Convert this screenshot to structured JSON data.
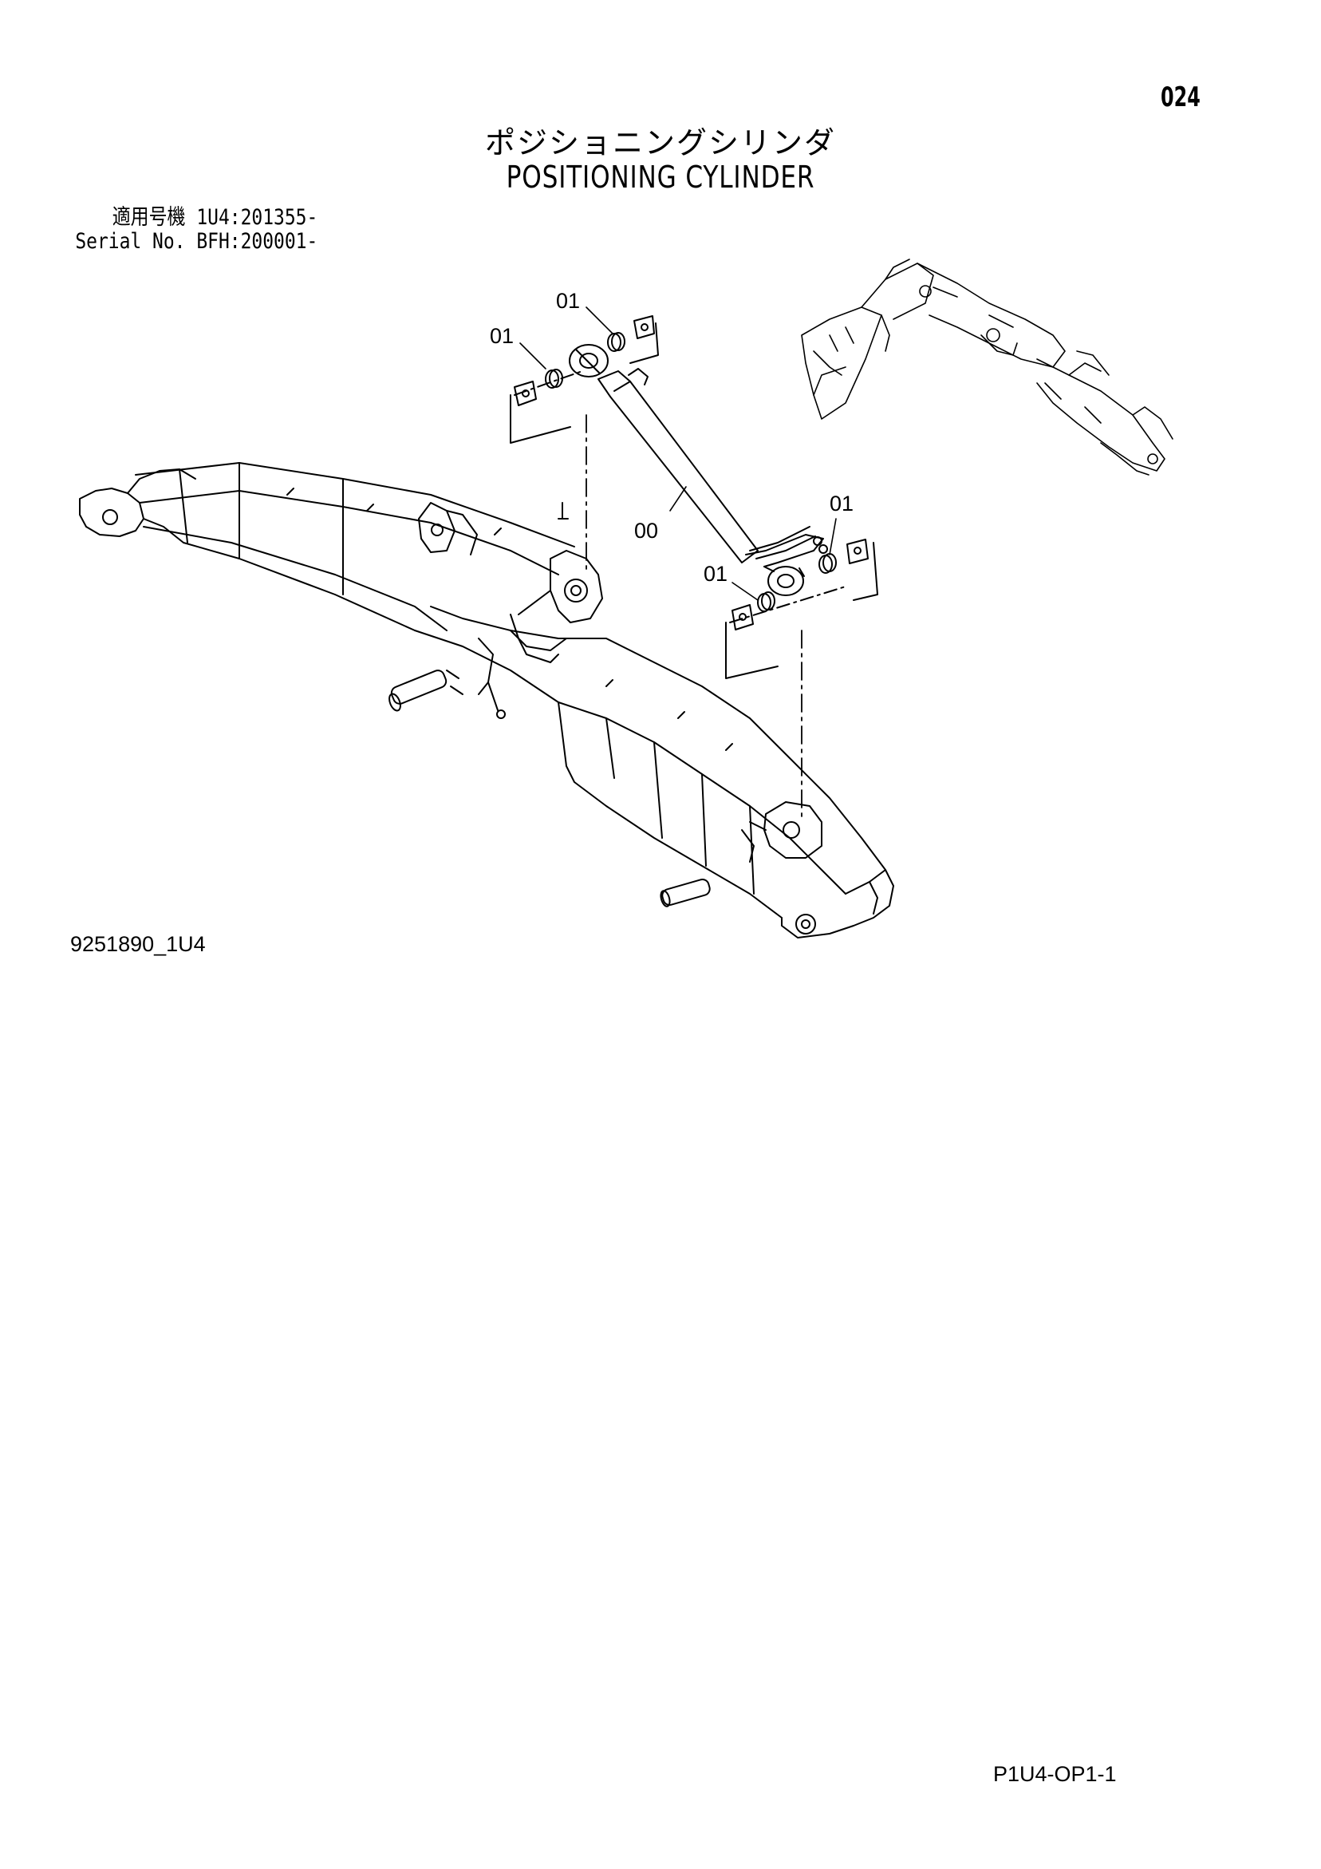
{
  "header": {
    "page_number": "024",
    "title_jp": "ポジショニングシリンダ",
    "title_en": "POSITIONING CYLINDER"
  },
  "serial_info": {
    "line1_label": "適用号機",
    "line1_value": "1U4:201355-",
    "line2_label": "Serial No.",
    "line2_value": "BFH:200001-"
  },
  "callouts": {
    "seal_top_left": "01",
    "seal_top_right": "01",
    "cylinder": "00",
    "seal_bottom_right": "01",
    "seal_bottom_left": "01"
  },
  "footer": {
    "drawing_id": "9251890_1U4",
    "code": "P1U4-OP1-1"
  }
}
